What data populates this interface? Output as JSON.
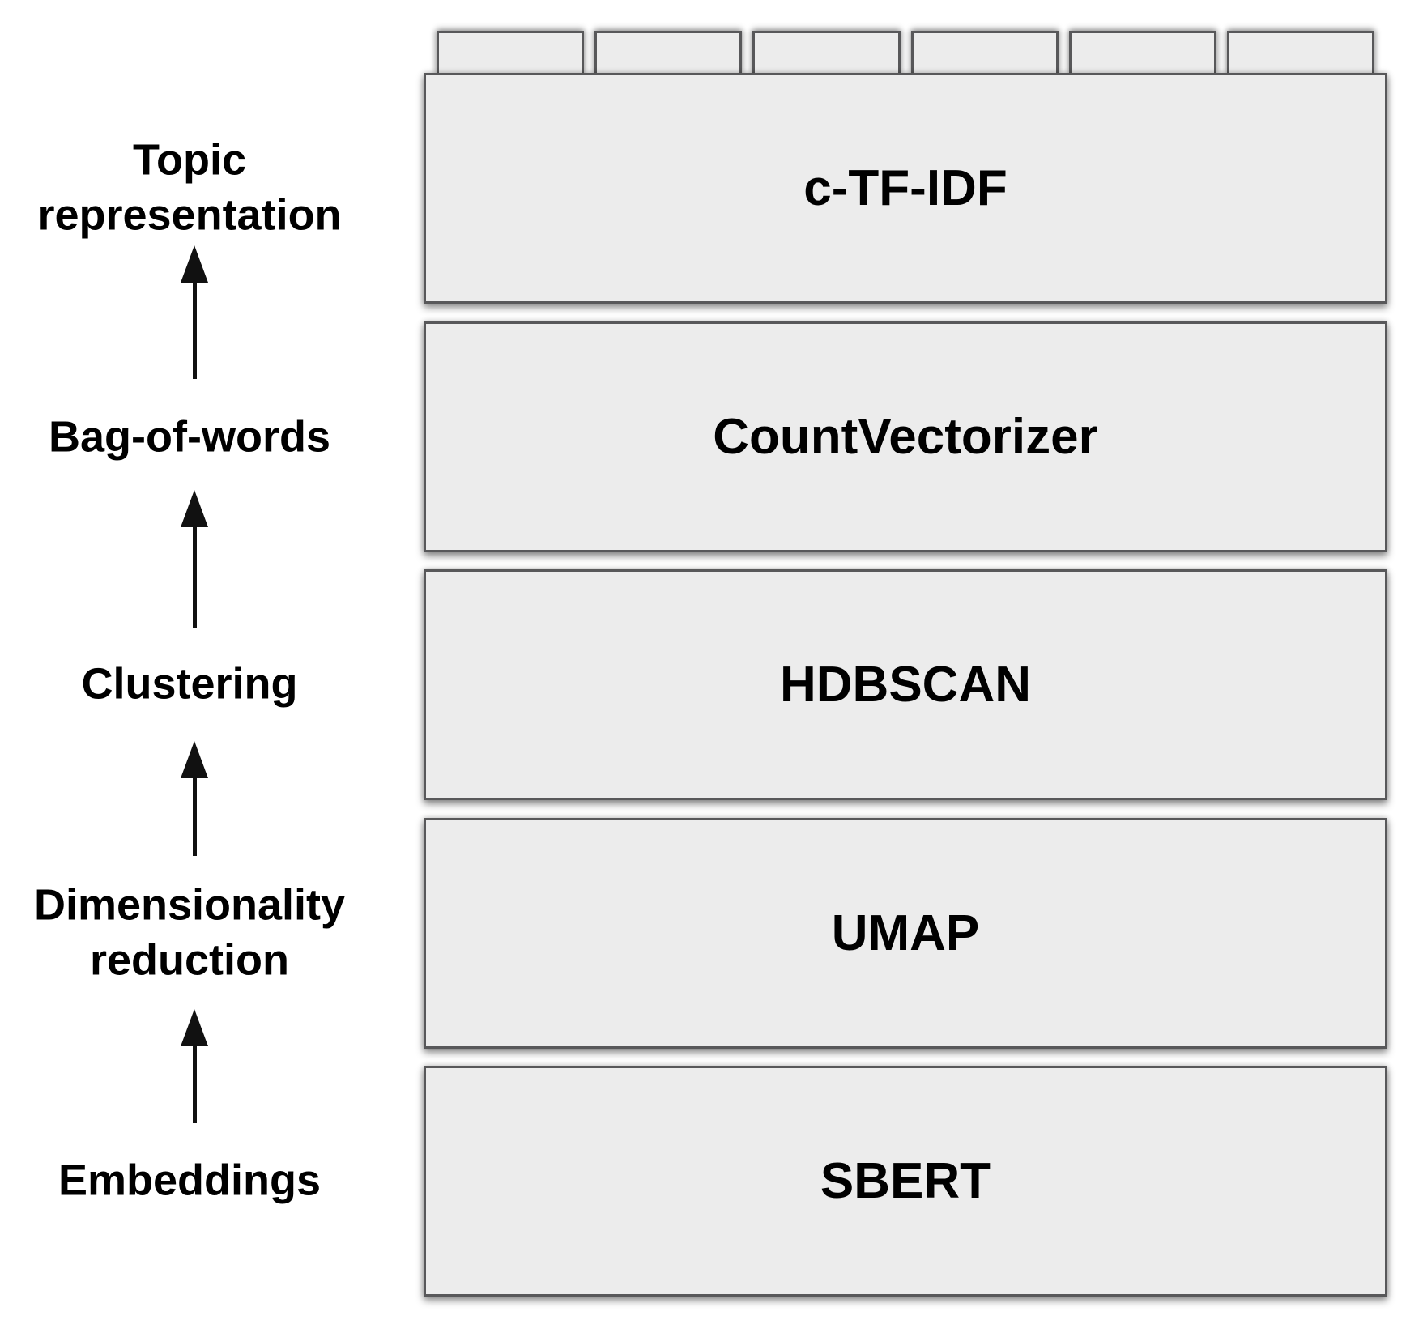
{
  "diagram": {
    "name": "BERTopic pipeline stack",
    "flow_direction": "bottom-to-top",
    "stud_count": 6,
    "colors": {
      "background": "#ffffff",
      "block_fill": "#ececec",
      "block_border": "#58585a",
      "text": "#000000",
      "arrow": "#111111"
    },
    "stages": [
      {
        "label": "Topic representation",
        "component": "c-TF-IDF"
      },
      {
        "label": "Bag-of-words",
        "component": "CountVectorizer"
      },
      {
        "label": "Clustering",
        "component": "HDBSCAN"
      },
      {
        "label": "Dimensionality reduction",
        "component": "UMAP"
      },
      {
        "label": "Embeddings",
        "component": "SBERT"
      }
    ]
  }
}
